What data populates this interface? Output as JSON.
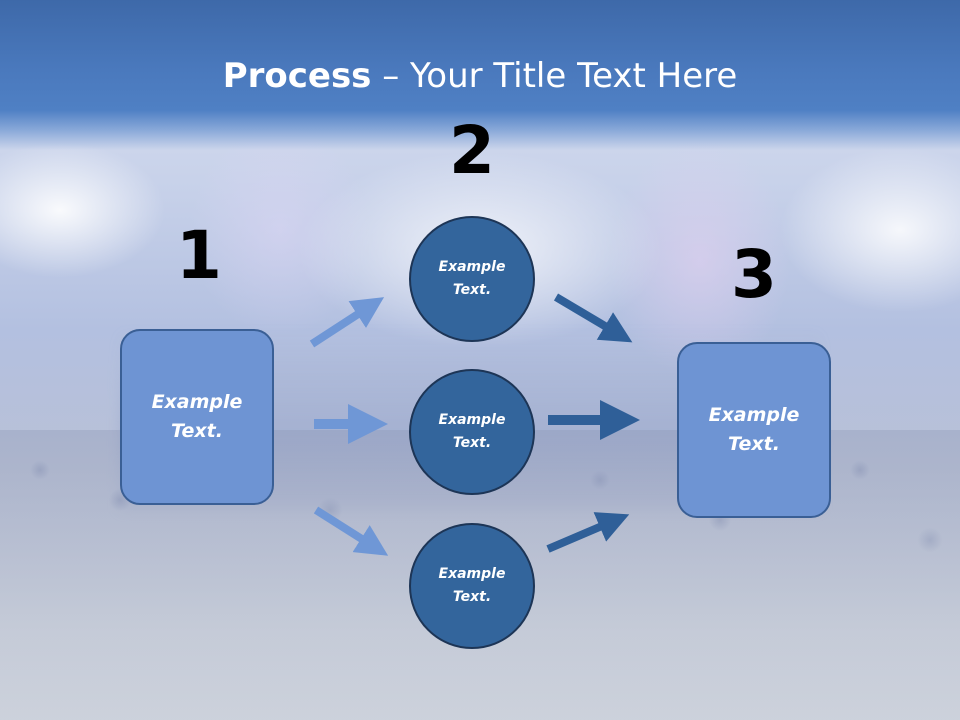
{
  "slide": {
    "title_bold": "Process",
    "title_rest": " – Your Title Text Here"
  },
  "steps": {
    "step1_number": "1",
    "step2_number": "2",
    "step3_number": "3"
  },
  "nodes": {
    "left_box": "Example\nText.",
    "circle_top": "Example\nText.",
    "circle_middle": "Example\nText.",
    "circle_bottom": "Example\nText.",
    "right_box": "Example\nText."
  },
  "colors": {
    "title_band": "#4a79bd",
    "box_fill": "#6e94d3",
    "circle_fill": "#33659c",
    "arrow_light": "#6f97d6",
    "arrow_dark": "#2f5f98"
  },
  "arrows": [
    {
      "from": "left_box",
      "to": "circle_top"
    },
    {
      "from": "left_box",
      "to": "circle_middle"
    },
    {
      "from": "left_box",
      "to": "circle_bottom"
    },
    {
      "from": "circle_top",
      "to": "right_box"
    },
    {
      "from": "circle_middle",
      "to": "right_box"
    },
    {
      "from": "circle_bottom",
      "to": "right_box"
    }
  ]
}
